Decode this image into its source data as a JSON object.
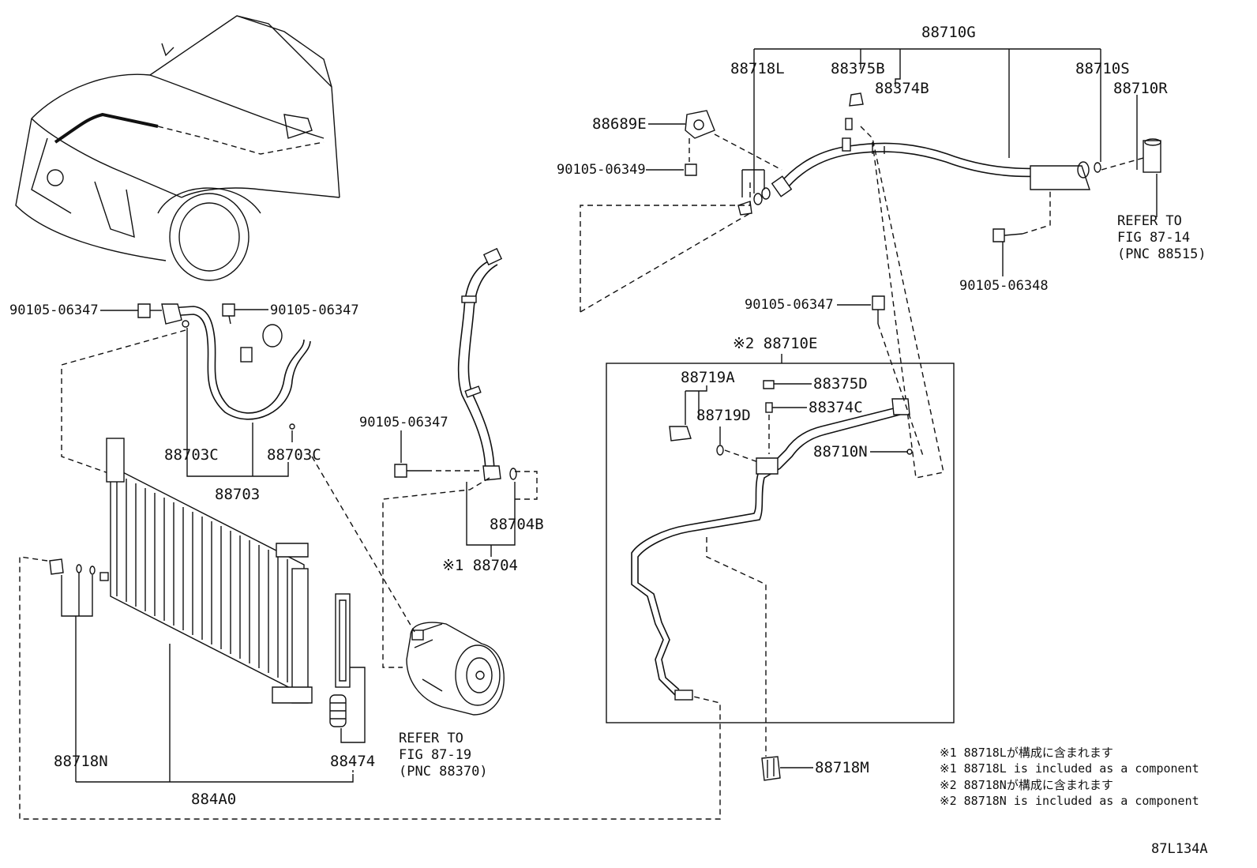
{
  "labels": {
    "p88710G": "88710G",
    "p88718L": "88718L",
    "p88375B": "88375B",
    "p88374B": "88374B",
    "p88710S": "88710S",
    "p88710R": "88710R",
    "p88689E": "88689E",
    "p90105_06349": "90105-06349",
    "refer_88515": [
      "REFER TO",
      "FIG 87-14",
      "(PNC 88515)"
    ],
    "p90105_06348": "90105-06348",
    "p90105_06347_a": "90105-06347",
    "p90105_06347_b": "90105-06347",
    "p90105_06347_c": "90105-06347",
    "p90105_06347_d": "90105-06347",
    "p88710E": "※2 88710E",
    "p88719A": "88719A",
    "p88375D": "88375D",
    "p88719D": "88719D",
    "p88374C": "88374C",
    "p88710N": "88710N",
    "p88703C_a": "88703C",
    "p88703C_b": "88703C",
    "p88703": "88703",
    "p88704B": "88704B",
    "p88704": "※1 88704",
    "refer_88370": [
      "REFER TO",
      "FIG 87-19",
      "(PNC 88370)"
    ],
    "p88718N": "88718N",
    "p88474": "88474",
    "p884A0": "884A0",
    "p88718M": "88718M"
  },
  "notes": [
    "※1 88718Lが構成に含まれます",
    "※1 88718L is included as a component",
    "※2 88718Nが構成に含まれます",
    "※2 88718N is included as a component"
  ],
  "figure_id": "87L134A"
}
